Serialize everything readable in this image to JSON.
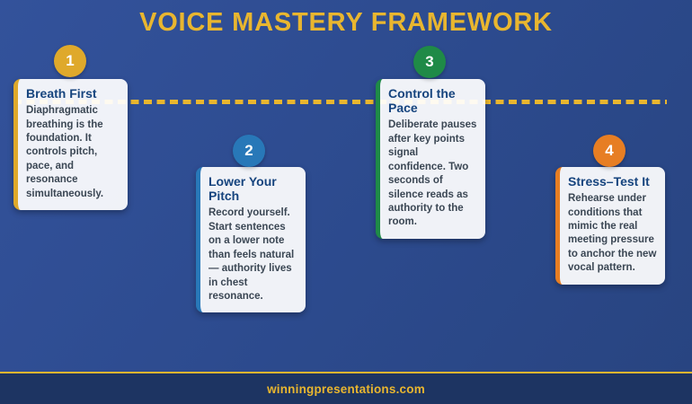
{
  "title": "VOICE MASTERY FRAMEWORK",
  "colors": {
    "background": "#2d4a8c",
    "gold_accent": "#e9b62f",
    "footer_background": "#1d3462",
    "card_title_text": "#16447e",
    "card_body_text": "#3b4754",
    "step_colors": [
      "#dfa92b",
      "#2878b8",
      "#1f8a47",
      "#e77e23"
    ]
  },
  "steps": [
    {
      "number": "1",
      "title": "Breath First",
      "body": "Diaphragmatic breathing is the foundation. It controls pitch, pace, and resonance simultaneously.",
      "accent": "#dfa92b"
    },
    {
      "number": "2",
      "title": "Lower Your Pitch",
      "body": "Record yourself. Start sentences on a lower note than feels natural — authority lives in chest resonance.",
      "accent": "#2878b8"
    },
    {
      "number": "3",
      "title": "Control the Pace",
      "body": "Deliberate pauses after key points signal confidence. Two seconds of silence reads as authority to the room.",
      "accent": "#1f8a47"
    },
    {
      "number": "4",
      "title": "Stress–Test It",
      "body": "Rehearse under conditions that mimic the real meeting pressure to anchor the new vocal pattern.",
      "accent": "#e77e23"
    }
  ],
  "footer": {
    "website": "winningpresentations.com"
  }
}
